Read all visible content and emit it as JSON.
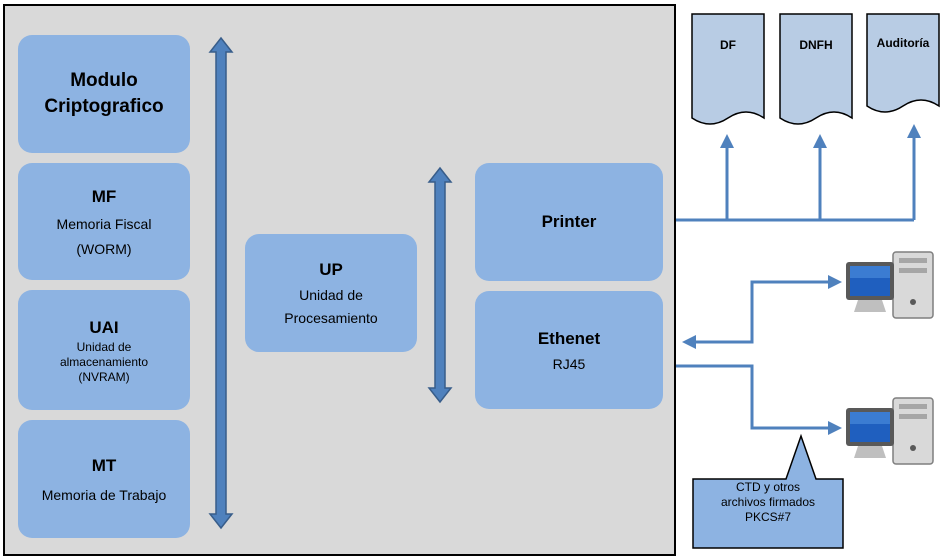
{
  "modules": {
    "cripto": {
      "title": "Modulo Criptografico"
    },
    "mf": {
      "title": "MF",
      "line1": "Memoria Fiscal",
      "line2": "(WORM)"
    },
    "uai": {
      "title": "UAI",
      "line1": "Unidad de",
      "line2": "almacenamiento",
      "line3": "(NVRAM)"
    },
    "mt": {
      "title": "MT",
      "line1": "Memoria de Trabajo"
    },
    "up": {
      "title": "UP",
      "line1": "Unidad de",
      "line2": "Procesamiento"
    },
    "printer": {
      "title": "Printer"
    },
    "ethernet": {
      "title": "Ethenet",
      "line1": "RJ45"
    }
  },
  "documents": [
    "DF",
    "DNFH",
    "Auditoría"
  ],
  "callout": {
    "line1": "CTD y otros",
    "line2": "archivos firmados",
    "line3": "PKCS#7"
  },
  "colors": {
    "box_fill": "#8db3e2",
    "panel_bg": "#d9d9d9",
    "arrow": "#4f81bd",
    "arrow_dark": "#385d8a",
    "doc_fill": "#b8cce4"
  }
}
